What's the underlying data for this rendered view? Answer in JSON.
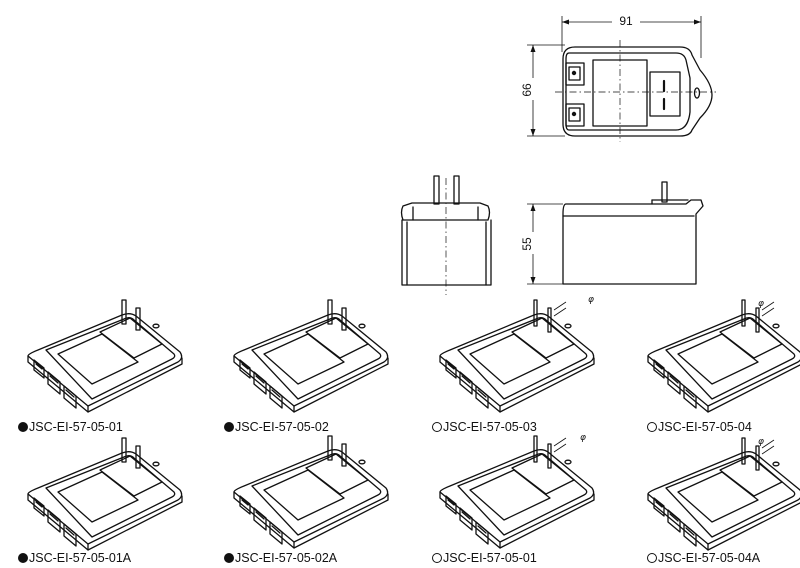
{
  "dimensions": {
    "width": "91",
    "height": "66",
    "depth": "55",
    "pin_diameter": "φ"
  },
  "models": [
    {
      "label": "JSC-EI-57-05-01",
      "marker": "filled",
      "pin": "flat"
    },
    {
      "label": "JSC-EI-57-05-02",
      "marker": "filled",
      "pin": "flat"
    },
    {
      "label": "JSC-EI-57-05-03",
      "marker": "open",
      "pin": "round"
    },
    {
      "label": "JSC-EI-57-05-04",
      "marker": "open",
      "pin": "round"
    },
    {
      "label": "JSC-EI-57-05-01A",
      "marker": "filled",
      "pin": "flat"
    },
    {
      "label": "JSC-EI-57-05-02A",
      "marker": "filled",
      "pin": "flat"
    },
    {
      "label": "JSC-EI-57-05-01",
      "marker": "open",
      "pin": "round"
    },
    {
      "label": "JSC-EI-57-05-04A",
      "marker": "open",
      "pin": "round"
    }
  ],
  "colors": {
    "line": "#111111",
    "background": "#ffffff"
  }
}
